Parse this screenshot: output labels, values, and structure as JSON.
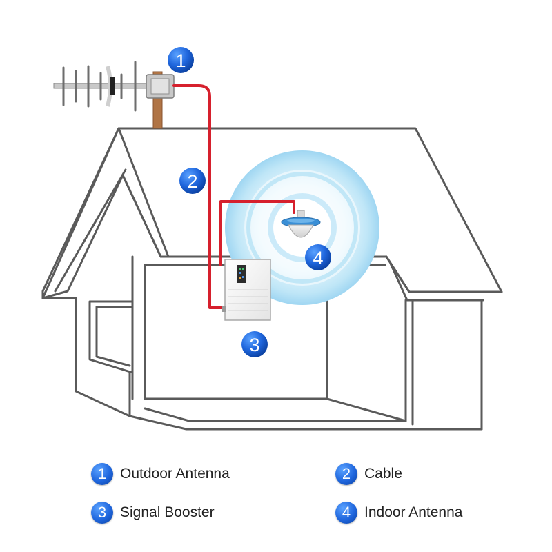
{
  "colors": {
    "house_outline": "#5a5a5a",
    "cable": "#d6202d",
    "badge": "#1f66dd",
    "signal_wave": "#9fd6f2",
    "antenna_mast": "#b07445"
  },
  "badges": {
    "b1": "1",
    "b2": "2",
    "b3": "3",
    "b4": "4"
  },
  "legend": [
    {
      "number": "1",
      "label": "Outdoor Antenna"
    },
    {
      "number": "2",
      "label": "Cable"
    },
    {
      "number": "3",
      "label": "Signal Booster"
    },
    {
      "number": "4",
      "label": "Indoor Antenna"
    }
  ],
  "icons": [
    "yagi-antenna-icon",
    "ceiling-antenna-icon",
    "signal-booster-icon"
  ]
}
